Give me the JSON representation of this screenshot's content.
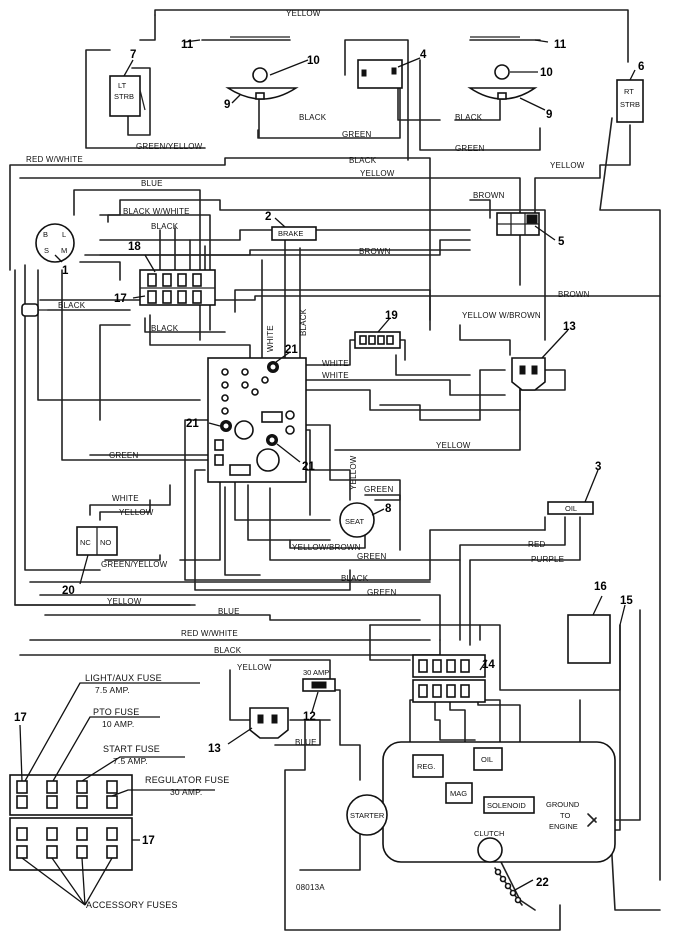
{
  "wire_labels": {
    "yellow_top": "YELLOW",
    "black_headlights": "BLACK",
    "black_right": "BLACK",
    "green_upper": "GREEN",
    "green_yellow_top": "GREEN/YELLOW",
    "green_right": "GREEN",
    "red_white_top": "RED W/WHITE",
    "black_mid": "BLACK",
    "yellow_mid": "YELLOW",
    "yellow_right": "YELLOW",
    "blue_top": "BLUE",
    "brown_top": "BROWN",
    "black_white": "BLACK W/WHITE",
    "black_relay": "BLACK",
    "brown_mid": "BROWN",
    "brown_long": "BROWN",
    "black_left": "BLACK",
    "black_lower": "BLACK",
    "white_vert": "WHITE",
    "black_vert": "BLACK",
    "yellow_w_brown": "YELLOW W/BROWN",
    "white_1": "WHITE",
    "white_2": "WHITE",
    "green_left": "GREEN",
    "yellow_center": "YELLOW",
    "yellow_vert": "YELLOW",
    "green_seat": "GREEN",
    "white_lower": "WHITE",
    "yellow_lower": "YELLOW",
    "yellow_brown": "YELLOW/BROWN",
    "green_seat2": "GREEN",
    "green_yellow_lower": "GREEN/YELLOW",
    "red": "RED",
    "purple": "PURPLE",
    "black_bottom": "BLACK",
    "green_bottom": "GREEN",
    "yellow_bottom": "YELLOW",
    "blue_bottom": "BLUE",
    "red_white_bottom": "RED W/WHITE",
    "black_end": "BLACK",
    "yellow_small": "YELLOW",
    "blue_small": "BLUE"
  },
  "component_labels": {
    "lt_strb_1": "LT",
    "lt_strb_2": "STRB",
    "rt_strb_1": "RT",
    "rt_strb_2": "STRB",
    "brake": "BRAKE",
    "oil_switch": "OIL",
    "seat": "SEAT",
    "nc": "NC",
    "no": "NO",
    "thirty_amp": "30 AMP",
    "starter": "STARTER",
    "reg": "REG.",
    "mag": "MAG",
    "oil_engine": "OIL",
    "solenoid": "SOLENOID",
    "clutch": "CLUTCH",
    "ground_1": "GROUND",
    "ground_2": "TO",
    "ground_3": "ENGINE",
    "figure_code": "08013A"
  },
  "callouts": {
    "n1": "1",
    "n2": "2",
    "n3": "3",
    "n4": "4",
    "n5": "5",
    "n6": "6",
    "n7": "7",
    "n8": "8",
    "n9a": "9",
    "n9b": "9",
    "n10a": "10",
    "n10b": "10",
    "n11a": "11",
    "n11b": "11",
    "n12": "12",
    "n13a": "13",
    "n13b": "13",
    "n14": "14",
    "n15": "15",
    "n16": "16",
    "n17a": "17",
    "n17b": "17",
    "n17c": "17",
    "n18": "18",
    "n19": "19",
    "n20": "20",
    "n21a": "21",
    "n21b": "21",
    "n21c": "21",
    "n22": "22"
  },
  "fuse_legend": {
    "light_aux": "LIGHT/AUX FUSE",
    "light_aux_amp": "7.5 AMP.",
    "pto": "PTO FUSE",
    "pto_amp": "10 AMP.",
    "start": "START FUSE",
    "start_amp": "7.5 AMP.",
    "regulator": "REGULATOR FUSE",
    "regulator_amp": "30 AMP.",
    "accessory": "ACCESSORY FUSES"
  }
}
